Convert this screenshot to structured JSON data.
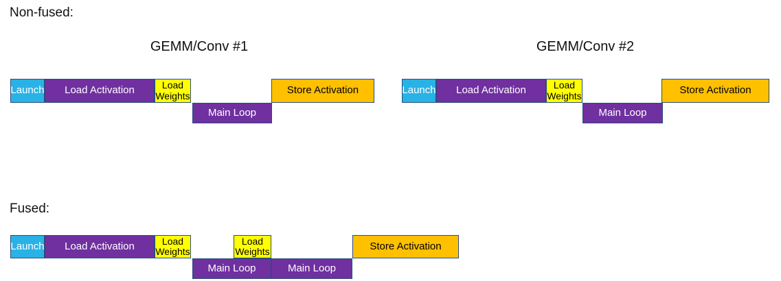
{
  "titles": {
    "non_fused": "Non-fused:",
    "fused": "Fused:",
    "gemm1": "GEMM/Conv #1",
    "gemm2": "GEMM/Conv #2"
  },
  "colors": {
    "launch_fill": "#29B2E6",
    "load_activation_fill": "#7030A0",
    "load_weights_fill": "#FFFF00",
    "main_loop_fill": "#7030A0",
    "store_activation_fill": "#FFC000",
    "block_border": "#2B4C7E",
    "light_text": "#FFFFFF",
    "dark_text": "#000000"
  },
  "non_fused": {
    "group1": {
      "launch": "Launch",
      "load_activation": "Load Activation",
      "load_weights": "Load Weights",
      "main_loop": "Main Loop",
      "store_activation": "Store Activation"
    },
    "group2": {
      "launch": "Launch",
      "load_activation": "Load Activation",
      "load_weights": "Load Weights",
      "main_loop": "Main Loop",
      "store_activation": "Store Activation"
    }
  },
  "fused": {
    "launch": "Launch",
    "load_activation": "Load Activation",
    "load_weights_1": "Load Weights",
    "main_loop_1": "Main Loop",
    "load_weights_2": "Load Weights",
    "main_loop_2": "Main Loop",
    "store_activation": "Store Activation"
  }
}
